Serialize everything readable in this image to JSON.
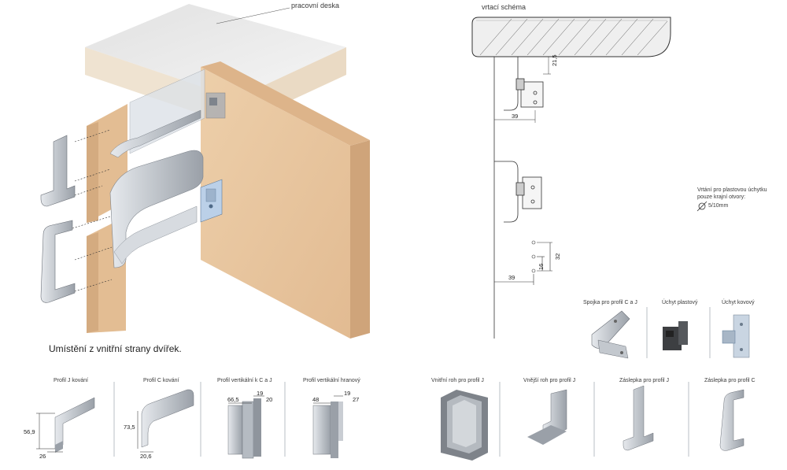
{
  "labels": {
    "worktop": "pracovní deska",
    "drilling_scheme": "vrtací schéma",
    "inner_side": "Umístění z vnitřní strany dvířek.",
    "drill_note_line1": "Vrtání pro plastovou úchytku",
    "drill_note_line2": "pouze krajní otvory:",
    "drill_note_diameter": "5/10mm"
  },
  "dimensions": {
    "scheme_top_h": "21,5",
    "scheme_top_w": "39",
    "scheme_bottom_h1": "32",
    "scheme_bottom_h2": "16",
    "scheme_bottom_w": "39",
    "profile_j_h": "56,9",
    "profile_j_w": "26",
    "profile_c_h": "73,5",
    "profile_c_w": "20,6",
    "vert_cj_a": "66,5",
    "vert_cj_b": "19",
    "vert_cj_c": "20",
    "vert_edge_a": "48",
    "vert_edge_b": "19",
    "vert_edge_c": "27"
  },
  "accessories": [
    {
      "label": "Spojka pro profil C a J"
    },
    {
      "label": "Úchyt plastový"
    },
    {
      "label": "Úchyt kovový"
    }
  ],
  "catalog": [
    {
      "label": "Profil J kování"
    },
    {
      "label": "Profil C kování"
    },
    {
      "label": "Profil vertikální k C a J"
    },
    {
      "label": "Profil vertikální hranový"
    },
    {
      "label": "Vnitřní roh pro profil J"
    },
    {
      "label": "Vnější roh pro profil J"
    },
    {
      "label": "Záslepka pro profil J"
    },
    {
      "label": "Záslepka pro profil C"
    }
  ],
  "colors": {
    "wood_face": "#E9C9A3",
    "wood_edge": "#D8B088",
    "wood_side": "#C99E74",
    "metal": "#C9CDD3",
    "metal_dark": "#8F959D",
    "line": "#3A3A3A"
  }
}
